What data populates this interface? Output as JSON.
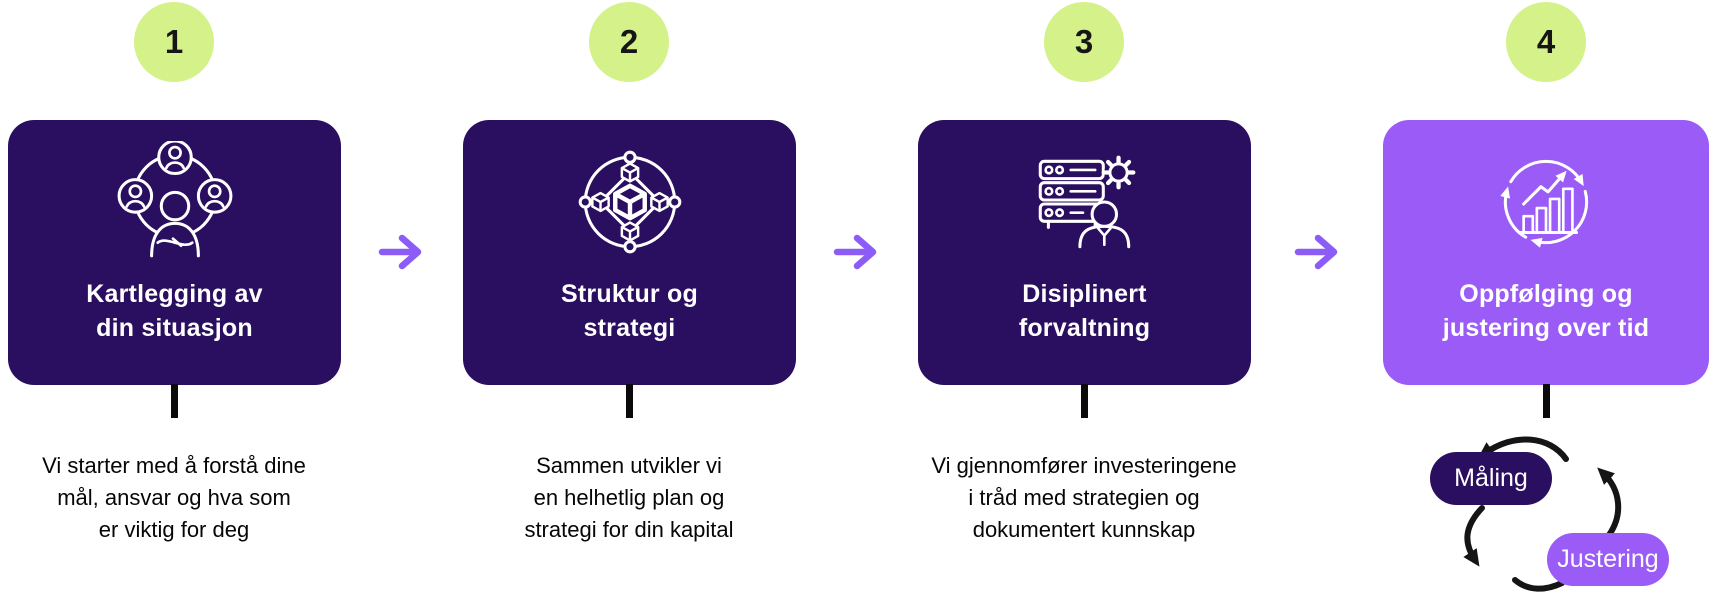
{
  "colors": {
    "card_dark": "#2a0e5f",
    "card_light": "#9a5bf7",
    "number_circle": "#d5f18a",
    "flow_arrow": "#8b5cf6",
    "connector": "#0a0a0a",
    "cycle_arrow": "#151515",
    "card_title": "#ffffff",
    "description_text": "#060606"
  },
  "steps": [
    {
      "number": "1",
      "icon": "people-network-icon",
      "title_lines": [
        "Kartlegging av",
        "din situasjon"
      ],
      "description_lines": [
        "Vi starter med å forstå dine",
        "mål, ansvar og hva som",
        "er viktig for deg"
      ]
    },
    {
      "number": "2",
      "icon": "cubes-structure-icon",
      "title_lines": [
        "Struktur og",
        "strategi"
      ],
      "description_lines": [
        "Sammen utvikler vi",
        "en helhetlig plan og",
        "strategi for din kapital"
      ]
    },
    {
      "number": "3",
      "icon": "server-gear-person-icon",
      "title_lines": [
        "Disiplinert",
        "forvaltning"
      ],
      "description_lines": [
        "Vi gjennomfører investeringene",
        "i tråd med strategien og",
        "dokumentert kunnskap"
      ]
    },
    {
      "number": "4",
      "icon": "growth-cycle-icon",
      "title_lines": [
        "Oppfølging og",
        "justering over tid"
      ]
    }
  ],
  "cycle": {
    "maling_label": "Måling",
    "justering_label": "Justering"
  }
}
